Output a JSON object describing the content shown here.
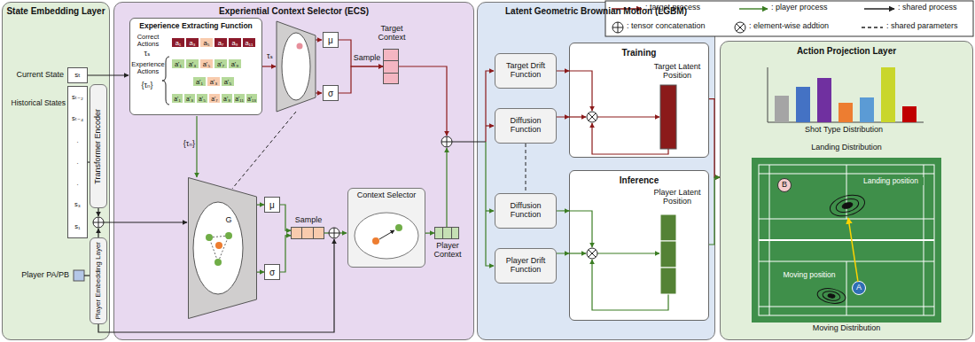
{
  "diagram": {
    "nodes": [
      {
        "text": [
          "State Embedding Layer"
        ]
      },
      {
        "text": [
          "sₜ"
        ],
        "in": 0
      },
      {
        "text": [
          "sₜ₋₂",
          "sₜ₋₄",
          ".",
          ".",
          ".",
          "s₃",
          "s₁"
        ],
        "in": 0
      },
      {
        "text": [
          "Transformer Encoder"
        ],
        "in": 0
      },
      {
        "text": [
          "Player Embedding Layer"
        ],
        "in": 0
      },
      {
        "text": [
          "Experiential Context Selector (ECS)"
        ]
      },
      {
        "text": [
          "Experience Extracting Function"
        ],
        "in": 5
      },
      {
        "text": [
          "μ"
        ],
        "in": 5
      },
      {
        "text": [
          "σ"
        ],
        "in": 5
      },
      {
        "text": [
          "Target Context"
        ],
        "in": 5
      },
      {
        "text": [
          "G"
        ],
        "in": 5
      },
      {
        "text": [
          "μ"
        ],
        "in": 5
      },
      {
        "text": [
          "σ"
        ],
        "in": 5
      },
      {
        "text": [
          "Sample"
        ],
        "in": 5
      },
      {
        "text": [
          "Context Selector"
        ],
        "in": 5
      },
      {
        "text": [
          "Player Context"
        ],
        "in": 5
      },
      {
        "text": [
          "Latent Geometric Brownian Motion (LGBM)"
        ]
      },
      {
        "text": [
          "Target Drift Function"
        ],
        "in": 16
      },
      {
        "text": [
          "Diffusion Function"
        ],
        "in": 16
      },
      {
        "text": [
          "Training",
          "Target Latent Position"
        ],
        "in": 16
      },
      {
        "text": [
          "Diffusion Function"
        ],
        "in": 16
      },
      {
        "text": [
          "Player Drift Function"
        ],
        "in": 16
      },
      {
        "text": [
          "Inference",
          "Player Latent Position"
        ],
        "in": 16
      },
      {
        "text": [
          "Action Projection Layer"
        ]
      },
      {
        "text": [
          "Shot Type Distribution"
        ],
        "in": 23
      },
      {
        "text": [
          "Landing Distribution",
          "Landing position",
          "Moving position",
          "Moving Distribution"
        ],
        "in": 23
      },
      {
        "text": [
          "B"
        ],
        "in": 25
      },
      {
        "text": [
          "A"
        ],
        "in": 25
      }
    ],
    "edges": [
      {
        "from": 2,
        "to": 3,
        "arrow": "none"
      },
      {
        "from": 10,
        "to": 11,
        "arrow": "to"
      },
      {
        "from": 10,
        "to": 12,
        "arrow": "to"
      },
      {
        "from": 11,
        "to": 13,
        "arrow": "to"
      },
      {
        "from": 12,
        "to": 13,
        "arrow": "to"
      },
      {
        "from": 14,
        "to": 15,
        "arrow": "to"
      },
      {
        "from": 7,
        "to": 9,
        "arrow": "to"
      },
      {
        "from": 8,
        "to": 9,
        "arrow": "to"
      },
      {
        "from": 17,
        "to": 19,
        "arrow": "to"
      },
      {
        "from": 18,
        "to": 19,
        "arrow": "to"
      },
      {
        "from": 20,
        "to": 22,
        "arrow": "to"
      },
      {
        "from": 21,
        "to": 22,
        "arrow": "to"
      },
      {
        "from": 19,
        "to": 23,
        "arrow": "to"
      },
      {
        "from": 22,
        "to": 23,
        "arrow": "to"
      }
    ],
    "labels": [
      "Current State",
      "Historical States",
      "Player PA/PB",
      "Correct Actions",
      "τₛ",
      "a₁",
      "a₃",
      "a₅",
      "a₇",
      "a₉",
      "a₁₁",
      "Experience Actions",
      "{τₙ}",
      "a'₁",
      "a'₃",
      "a'₅",
      "a'₇",
      "a'₉",
      "a'₁",
      "a'₃",
      "a'₅",
      "a'₁",
      "a'₃",
      "a'₅",
      "a'₇",
      "a'₉",
      "a'₁₁",
      "a'₁₃",
      "τₛ",
      "{τₙ}",
      "Sample"
    ],
    "legend": [
      {
        "text": ": target process"
      },
      {
        "text": ": player process"
      },
      {
        "text": ": shared process"
      },
      {
        "text": ": tensor concatenation"
      },
      {
        "text": ": element-wise addtion"
      },
      {
        "text": ": shared parameters"
      }
    ]
  }
}
